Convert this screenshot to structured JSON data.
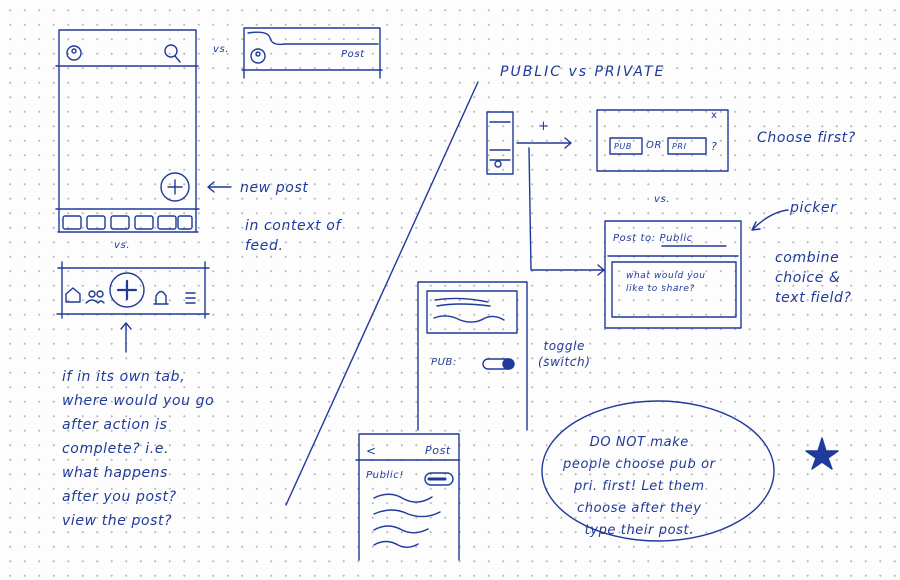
{
  "notes": {
    "title": "PUBLIC vs PRIVATE",
    "vs_top": "vs.",
    "vs_left": "vs.",
    "vs_right": "vs.",
    "plus": "+",
    "new_post": "new post",
    "context": "in context of\nfeed.",
    "own_tab_question": "if in its own tab,\nwhere would you go\nafter action is\ncomplete? i.e.\nwhat happens\nafter you post?\nview the post?",
    "choose_first": "Choose first?",
    "picker": "picker",
    "combine": "combine\nchoice &\ntext field?",
    "toggle": "toggle\n(switch)",
    "do_not": "DO NOT make\npeople choose pub or\npri. first! Let them\nchoose after they\ntype their post."
  },
  "wireframes": {
    "header_post": "Post",
    "toggle_screen_title": "Post",
    "toggle_screen_back": "<",
    "toggle_screen_public": "Public!",
    "pub_label": "PUB:",
    "modal_close": "x",
    "modal_pub": "PUB",
    "modal_or": "OR",
    "modal_pri": "PRI",
    "modal_question": "?",
    "post_to": "Post to: Public",
    "text_placeholder": "what would you\nlike to share?"
  },
  "ink_color": "#1f3a9a"
}
